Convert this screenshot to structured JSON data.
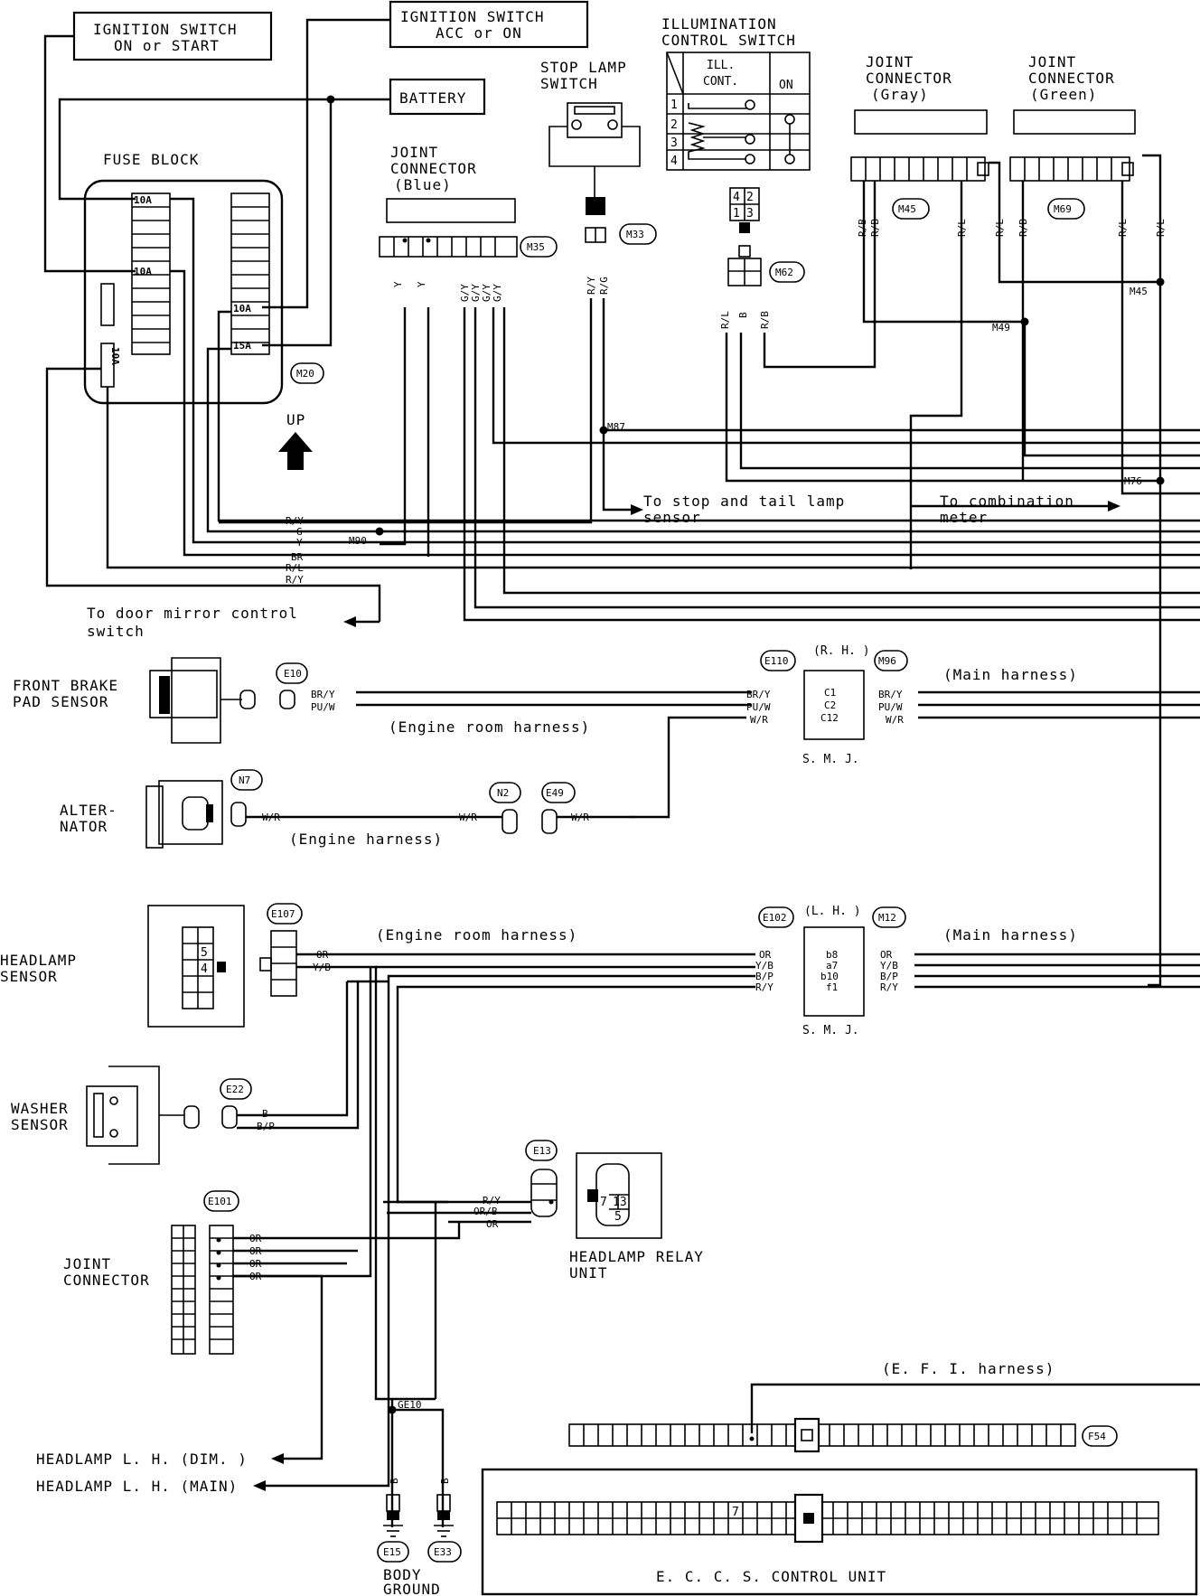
{
  "labels": {
    "ign_on_start": [
      "IGNITION SWITCH",
      "ON or START"
    ],
    "ign_acc_on": [
      "IGNITION SWITCH",
      "ACC or ON"
    ],
    "battery": "BATTERY",
    "fuse_block": "FUSE BLOCK",
    "fuses": [
      "10A",
      "10A",
      "10A",
      "15A",
      "10A"
    ],
    "up": "UP",
    "joint_blue": [
      "JOINT",
      "CONNECTOR",
      "(Blue)"
    ],
    "stop_lamp": [
      "STOP LAMP",
      "SWITCH"
    ],
    "illum": [
      "ILLUMINATION",
      "CONTROL SWITCH"
    ],
    "illum_table_head": [
      "ILL.",
      "CONT.",
      "ON"
    ],
    "illum_rows": [
      "1",
      "2",
      "3",
      "4"
    ],
    "joint_gray": [
      "JOINT",
      "CONNECTOR",
      "(Gray)"
    ],
    "joint_green": [
      "JOINT",
      "CONNECTOR",
      "(Green)"
    ],
    "stop_tail": [
      "To stop and tail lamp",
      "sensor"
    ],
    "combo_meter": [
      "To combination",
      "meter"
    ],
    "door_mirror": [
      "To door mirror control",
      "switch"
    ],
    "front_brake": [
      "FRONT BRAKE",
      "PAD SENSOR"
    ],
    "engine_room_harness": "(Engine room harness)",
    "main_harness": "(Main harness)",
    "rh": "(R. H. )",
    "lh": "(L. H. )",
    "smj": "S. M. J.",
    "alternator": [
      "ALTER-",
      "NATOR"
    ],
    "engine_harness": "(Engine harness)",
    "headlamp_sensor": [
      "HEADLAMP",
      "SENSOR"
    ],
    "washer_sensor": [
      "WASHER",
      "SENSOR"
    ],
    "headlamp_relay": [
      "HEADLAMP RELAY",
      "UNIT"
    ],
    "joint_connector": [
      "JOINT",
      "CONNECTOR"
    ],
    "headlamp_dim": "HEADLAMP L. H. (DIM. )",
    "headlamp_main": "HEADLAMP L. H. (MAIN)",
    "body_ground": [
      "BODY",
      "GROUND"
    ],
    "efi_harness": "(E. F. I.  harness)",
    "eccs": "E. C. C. S.  CONTROL UNIT",
    "relay_pins": [
      "7",
      "13",
      "5"
    ],
    "sensor_pins": [
      "5",
      "4"
    ],
    "ecu_pin": "7",
    "smj_rh_pins": [
      "C1",
      "C2",
      "C12"
    ],
    "smj_lh_pins": [
      "b8",
      "a7",
      "b10",
      "f1"
    ]
  },
  "connectors": {
    "m20": "M20",
    "m35": "M35",
    "m33": "M33",
    "m62": "M62",
    "m45": "M45",
    "m69": "M69",
    "e10": "E10",
    "e110": "E110",
    "m96": "M96",
    "n7": "N7",
    "n2": "N2",
    "e49": "E49",
    "e107": "E107",
    "e102": "E102",
    "m12": "M12",
    "e22": "E22",
    "e13": "E13",
    "e101": "E101",
    "f54": "F54",
    "e15": "E15",
    "e33": "E33"
  },
  "junctions": {
    "m87": "M87",
    "m90": "M90",
    "m45": "M45",
    "m49": "M49",
    "m76": "M76",
    "ge10": "GE10"
  },
  "wires": {
    "main_bundle": [
      "R/Y",
      "G",
      "Y",
      "BR",
      "R/L",
      "R/Y"
    ],
    "m35": [
      "Y",
      "Y",
      "G/Y",
      "G/Y",
      "G/Y",
      "G/Y"
    ],
    "m33": [
      "R/Y",
      "R/G"
    ],
    "m62": [
      "R/L",
      "B",
      "R/B"
    ],
    "m45": [
      "R/B",
      "R/B",
      "R/L"
    ],
    "m69": [
      "R/L",
      "R/B",
      "R/L",
      "R/L"
    ],
    "e10": [
      "BR/Y",
      "PU/W"
    ],
    "smj_rh_left": [
      "BR/Y",
      "PU/W",
      "W/R"
    ],
    "smj_rh_right": [
      "BR/Y",
      "PU/W",
      "W/R"
    ],
    "alt": [
      "W/R",
      "W/R",
      "W/R"
    ],
    "e107": [
      "OR",
      "Y/B"
    ],
    "smj_lh_left": [
      "OR",
      "Y/B",
      "B/P",
      "R/Y"
    ],
    "smj_lh_right": [
      "OR",
      "Y/B",
      "B/P",
      "R/Y"
    ],
    "e22": [
      "B",
      "B/P"
    ],
    "e13": [
      "R/Y",
      "OR/B",
      "OR"
    ],
    "e101": [
      "OR",
      "OR",
      "OR",
      "OR"
    ],
    "ground": [
      "B",
      "B"
    ]
  }
}
